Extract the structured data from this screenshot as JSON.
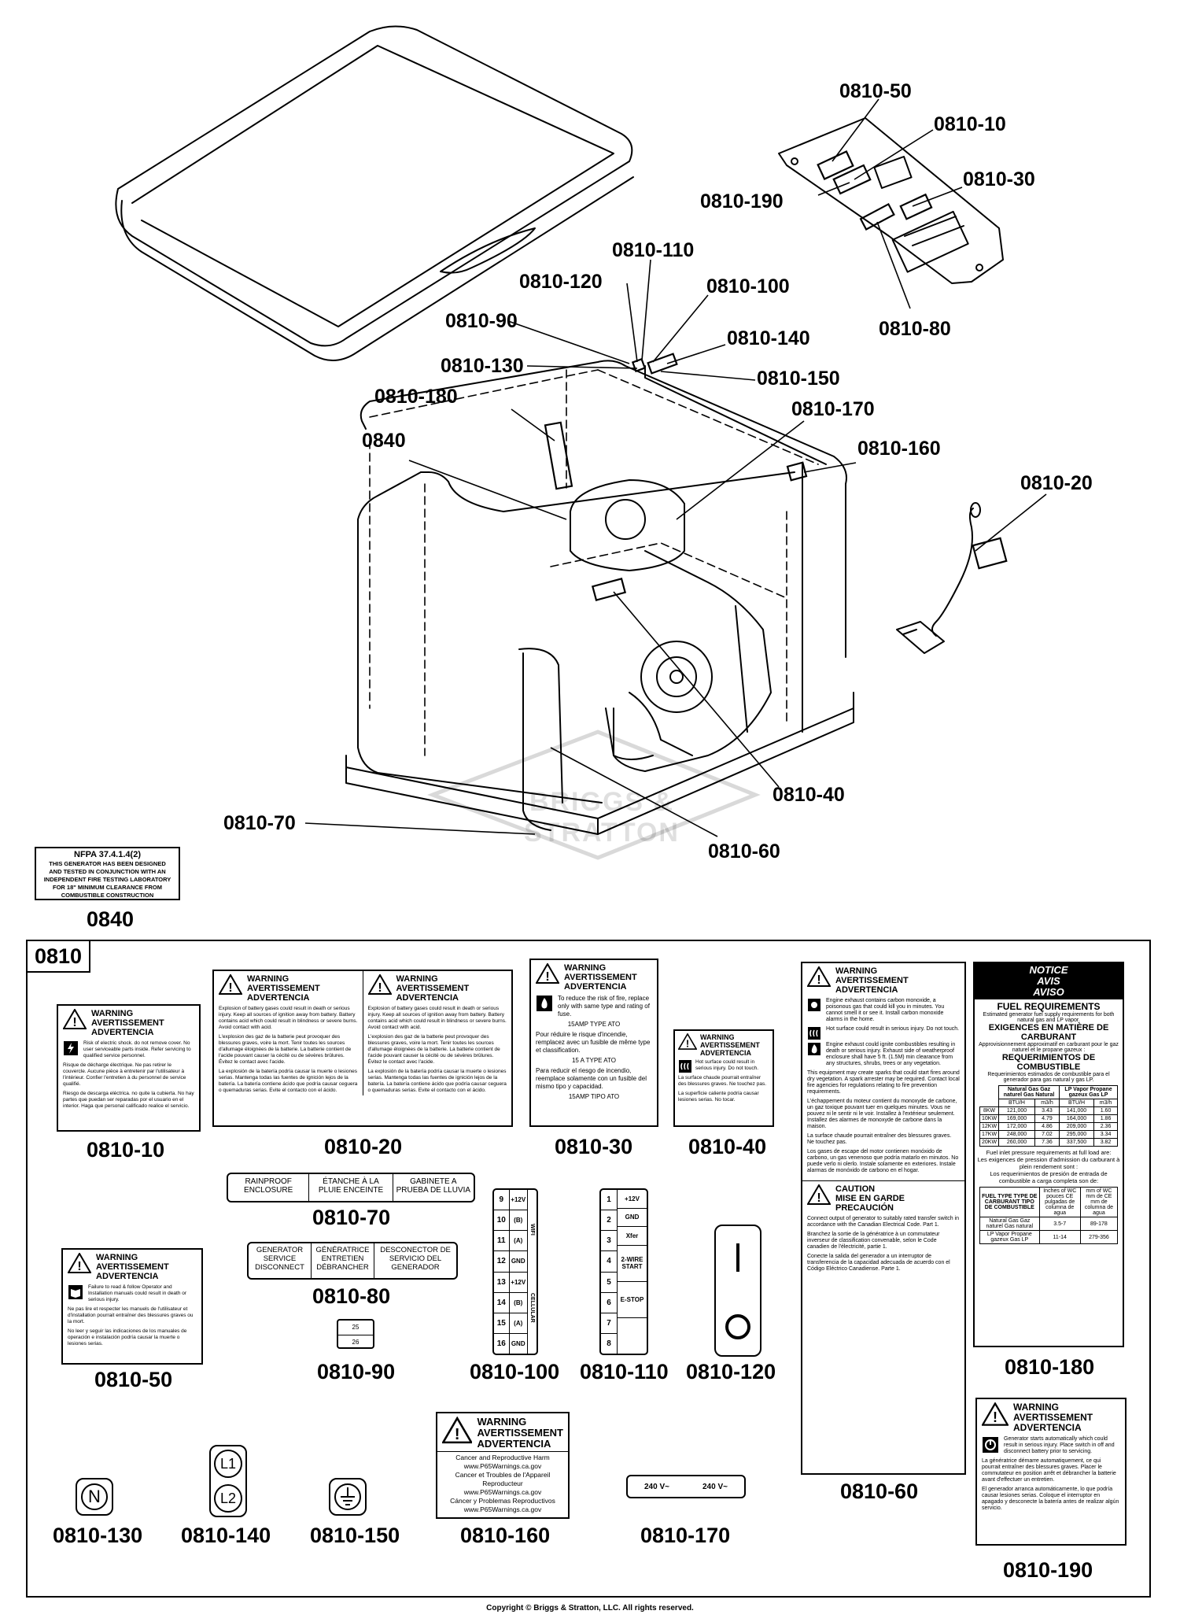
{
  "callouts": {
    "c0810_50": "0810-50",
    "c0810_10": "0810-10",
    "c0810_30": "0810-30",
    "c0810_190": "0810-190",
    "c0810_80": "0810-80",
    "c0810_110": "0810-110",
    "c0810_120": "0810-120",
    "c0810_100": "0810-100",
    "c0810_90": "0810-90",
    "c0810_140": "0810-140",
    "c0810_130": "0810-130",
    "c0810_150": "0810-150",
    "c0810_180": "0810-180",
    "c0810_170": "0810-170",
    "c0840": "0840",
    "c0810_160": "0810-160",
    "c0810_20": "0810-20",
    "c0810_40": "0810-40",
    "c0810_70": "0810-70",
    "c0810_60": "0810-60"
  },
  "watermark": "BRIGGS & STRATTON",
  "nfpa_label": {
    "title": "NFPA 37.4.1.4(2)",
    "lines": [
      "THIS GENERATOR HAS BEEN DESIGNED",
      "AND TESTED IN CONJUNCTION WITH AN",
      "INDEPENDENT FIRE TESTING LABORATORY",
      "FOR 18\" MINIMUM CLEARANCE FROM",
      "COMBUSTIBLE CONSTRUCTION"
    ],
    "part": "0840"
  },
  "kit": {
    "title": "0810",
    "parts": {
      "p10": "0810-10",
      "p20": "0810-20",
      "p30": "0810-30",
      "p40": "0810-40",
      "p70": "0810-70",
      "p80": "0810-80",
      "p50": "0810-50",
      "p90": "0810-90",
      "p100": "0810-100",
      "p110": "0810-110",
      "p120": "0810-120",
      "p60": "0810-60",
      "p180": "0810-180",
      "p130": "0810-130",
      "p140": "0810-140",
      "p150": "0810-150",
      "p160": "0810-160",
      "p170": "0810-170",
      "p190": "0810-190"
    }
  },
  "warning_head": {
    "l1": "WARNING",
    "l2": "AVERTISSEMENT",
    "l3": "ADVERTENCIA"
  },
  "label_10": {
    "en": "Risk of electric shock. do not remove cover. No user serviceable parts inside. Refer servicing to qualified service personnel.",
    "fr": "Risque de décharge électrique. Ne pas retirer le couvercle. Aucune pièce à entretenir par l'utilisateur à l'intérieur. Confier l'entretien à du personnel de service qualifié.",
    "es": "Riesgo de descarga eléctrica. no quite la cubierta. No hay partes que puedan ser reparadas por el usuario en el interior. Haga que personal calificado realice el servicio."
  },
  "label_20": {
    "en": "Explosion of battery gases could result in death or serious injury. Keep all sources of ignition away from battery. Battery contains acid which could result in blindness or severe burns. Avoid contact with acid.",
    "fr": "L'explosion des gaz de la batterie peut provoquer des blessures graves, voire la mort. Tenir toutes les sources d'allumage éloignées de la batterie. La batterie contient de l'acide pouvant causer la cécité ou de sévères brûlures. Évitez le contact avec l'acide.",
    "es": "La explosión de la batería podría causar la muerte o lesiones serias. Mantenga todas las fuentes de ignición lejos de la batería. La batería contiene ácido que podría causar ceguera o quemaduras serias. Evite el contacto con el ácido."
  },
  "label_30": {
    "en": "To reduce the risk of fire, replace only with same type and rating of fuse.",
    "en_fuse": "15AMP TYPE ATO",
    "fr": "Pour réduire le risque d'incendie, remplacez avec un fusible de même type et classification.",
    "fr_fuse": "15 A TYPE ATO",
    "es": "Para reducir el riesgo de incendio, reemplace solamente con un fusible del mismo tipo y capacidad.",
    "es_fuse": "15AMP TIPO ATO"
  },
  "label_40": {
    "en": "Hot surface could result in serious injury. Do not touch.",
    "fr": "La surface chaude pourrait entraîner des blessures graves. Ne touchez pas.",
    "es": "La superficie caliente podría causar lesiones serias. No tocar."
  },
  "label_70": {
    "en": "RAINPROOF ENCLOSURE",
    "fr": "ÉTANCHE À LA PLUIE ENCEINTE",
    "es": "GABINETE A PRUEBA DE LLUVIA"
  },
  "label_80": {
    "en": "GENERATOR SERVICE DISCONNECT",
    "fr": "GÉNÉRATRICE ENTRETIEN DÉBRANCHER",
    "es": "DESCONECTOR DE SERVICIO DEL GENERADOR"
  },
  "label_50": {
    "en": "Failure to read & follow Operator and Installation manuals could result in death or serious injury.",
    "fr": "Ne pas lire et respecter les manuels de l'utilisateur et d'installation pourrait entraîner des blessures graves ou la mort.",
    "es": "No leer y seguir las indicaciones de los manuales de operación e instalación podría causar la muerte o lesiones serias."
  },
  "label_90": {
    "top": "25",
    "bottom": "26"
  },
  "label_100": {
    "rows": [
      {
        "n": "9",
        "v": "+12V"
      },
      {
        "n": "10",
        "v": "(B)"
      },
      {
        "n": "11",
        "v": "(A)"
      },
      {
        "n": "12",
        "v": "GND"
      },
      {
        "n": "13",
        "v": "+12V"
      },
      {
        "n": "14",
        "v": "(B)"
      },
      {
        "n": "15",
        "v": "(A)"
      },
      {
        "n": "16",
        "v": "GND"
      }
    ],
    "side_top": "WIFI",
    "side_bottom": "CELLULAR"
  },
  "label_110": {
    "rows": [
      {
        "n": "1",
        "v": "+12V"
      },
      {
        "n": "2",
        "v": "GND"
      },
      {
        "n": "3",
        "v": "Xfer"
      },
      {
        "n": "4",
        "v": "2-WIRE START"
      },
      {
        "n": "5",
        "v": ""
      },
      {
        "n": "6",
        "v": "E-STOP"
      },
      {
        "n": "7",
        "v": ""
      },
      {
        "n": "8",
        "v": ""
      }
    ]
  },
  "label_60": {
    "p1": "Engine exhaust contains carbon monoxide, a poisonous gas that could kill you in minutes. You cannot smell it or see it. Install carbon monoxide alarms in the home.",
    "p2": "Hot surface could result in serious injury. Do not touch.",
    "p3": "Engine exhaust could ignite combustibles resulting in death or serious injury. Exhaust side of weatherproof enclosure shall have 5 ft. (1.5M) min clearance from any structures, shrubs, trees or any vegetation.",
    "p4": "This equipment may create sparks that could start fires around dry vegetation. A spark arrester may be required. Contact local fire agencies for regulations relating to fire prevention requirements.",
    "p5": "L'échappement du moteur contient du monoxyde de carbone, un gaz toxique pouvant tuer en quelques minutes. Vous ne pouvez ni le sentir ni le voir. Installez à l'extérieur seulement. Installez des alarmes de monoxyde de carbone dans la maison.",
    "p6": "La surface chaude pourrait entraîner des blessures graves. Ne touchez pas.",
    "p7": "Los gases de escape del motor contienen monóxido de carbono, un gas venenoso que podría matarlo en minutos. No puede verlo ni olerlo. Instale solamente en exteriores. Instale alarmas de monóxido de carbono en el hogar.",
    "caution_l1": "CAUTION",
    "caution_l2": "MISE EN GARDE",
    "caution_l3": "PRECAUCIÓN",
    "c1": "Connect output of generator to suitably rated transfer switch in accordance with the Canadian Electrical Code. Part 1.",
    "c2": "Branchez la sortie de la génératrice à un commutateur inverseur de classification convenable, selon le Code canadien de l'électricité, partie 1.",
    "c3": "Conecte la salida del generador a un interruptor de transferencia de la capacidad adecuada de acuerdo con el Código Eléctrico Canadiense. Parte 1."
  },
  "label_180": {
    "n1": "NOTICE",
    "n2": "AVIS",
    "n3": "AVISO",
    "h_en": "FUEL REQUIREMENTS",
    "s_en": "Estimated generator fuel supply requirements for both natural gas and LP vapor.",
    "h_fr": "EXIGENCES EN MATIÈRE DE CARBURANT",
    "s_fr": "Approvisionnement approximatif en carburant pour le gaz naturel et le propane gazeux :",
    "h_es": "REQUERIMIENTOS DE COMBUSTIBLE",
    "s_es": "Requerimientos estimados de combustible para el generador para gas natural y gas LP.",
    "col_ng": "Natural Gas Gaz naturel Gas Natural",
    "col_lp": "LP Vapor Propane gazeux Gas LP",
    "unit_btu": "BTU/H",
    "unit_m3": "m3/h",
    "rows": [
      [
        "8KW",
        "121,000",
        "3.43",
        "141,000",
        "1.60"
      ],
      [
        "10KW",
        "169,000",
        "4.79",
        "164,000",
        "1.86"
      ],
      [
        "12KW",
        "172,000",
        "4.86",
        "209,000",
        "2.36"
      ],
      [
        "17KW",
        "248,000",
        "7.02",
        "295,000",
        "3.34"
      ],
      [
        "20KW",
        "260,000",
        "7.36",
        "337,500",
        "3.82"
      ]
    ],
    "pressure_en": "Fuel inlet pressure requirements at full load are:",
    "pressure_fr": "Les exigences de pression d'admission du carburant à plein rendement sont :",
    "pressure_es": "Los requerimientos de presión de entrada de combustible a carga completa son de:",
    "p_head1": "FUEL TYPE TYPE DE CARBURANT TIPO DE COMBUSTIBLE",
    "p_head2": "Inches of WC pouces CE pulgadas de columna de agua",
    "p_head3": "mm of WC mm de CE mm de columna de agua",
    "p_rows": [
      [
        "Natural Gas Gaz naturel Gas natural",
        "3.5-7",
        "89-178"
      ],
      [
        "LP Vapor Propane gazeux Gas LP",
        "11-14",
        "279-356"
      ]
    ]
  },
  "label_130": {
    "glyph": "N"
  },
  "label_140": {
    "g1": "L1",
    "g2": "L2"
  },
  "label_160": {
    "l1": "Cancer and Reproductive Harm",
    "l2": "www.P65Warnings.ca.gov",
    "l3": "Cancer et Troubles de l'Appareil Reproducteur",
    "l4": "www.P65Warnings.ca.gov",
    "l5": "Cáncer y Problemas Reproductivos",
    "l6": "www.P65Warnings.ca.gov"
  },
  "label_170": {
    "a": "240 V~",
    "b": "240 V~"
  },
  "label_190": {
    "en": "Generator starts automatically which could result in serious injury. Place switch in off and disconnect battery prior to servicing.",
    "fr": "La génératrice démarre automatiquement, ce qui pourrait entraîner des blessures graves. Placer le commutateur en position arrêt et débrancher la batterie avant d'effectuer un entretien.",
    "es": "El generador arranca automáticamente, lo que podría causar lesiones serias. Coloque el interruptor en apagado y desconecte la batería antes de realizar algún servicio."
  },
  "copyright": "Copyright © Briggs & Stratton, LLC. All rights reserved."
}
